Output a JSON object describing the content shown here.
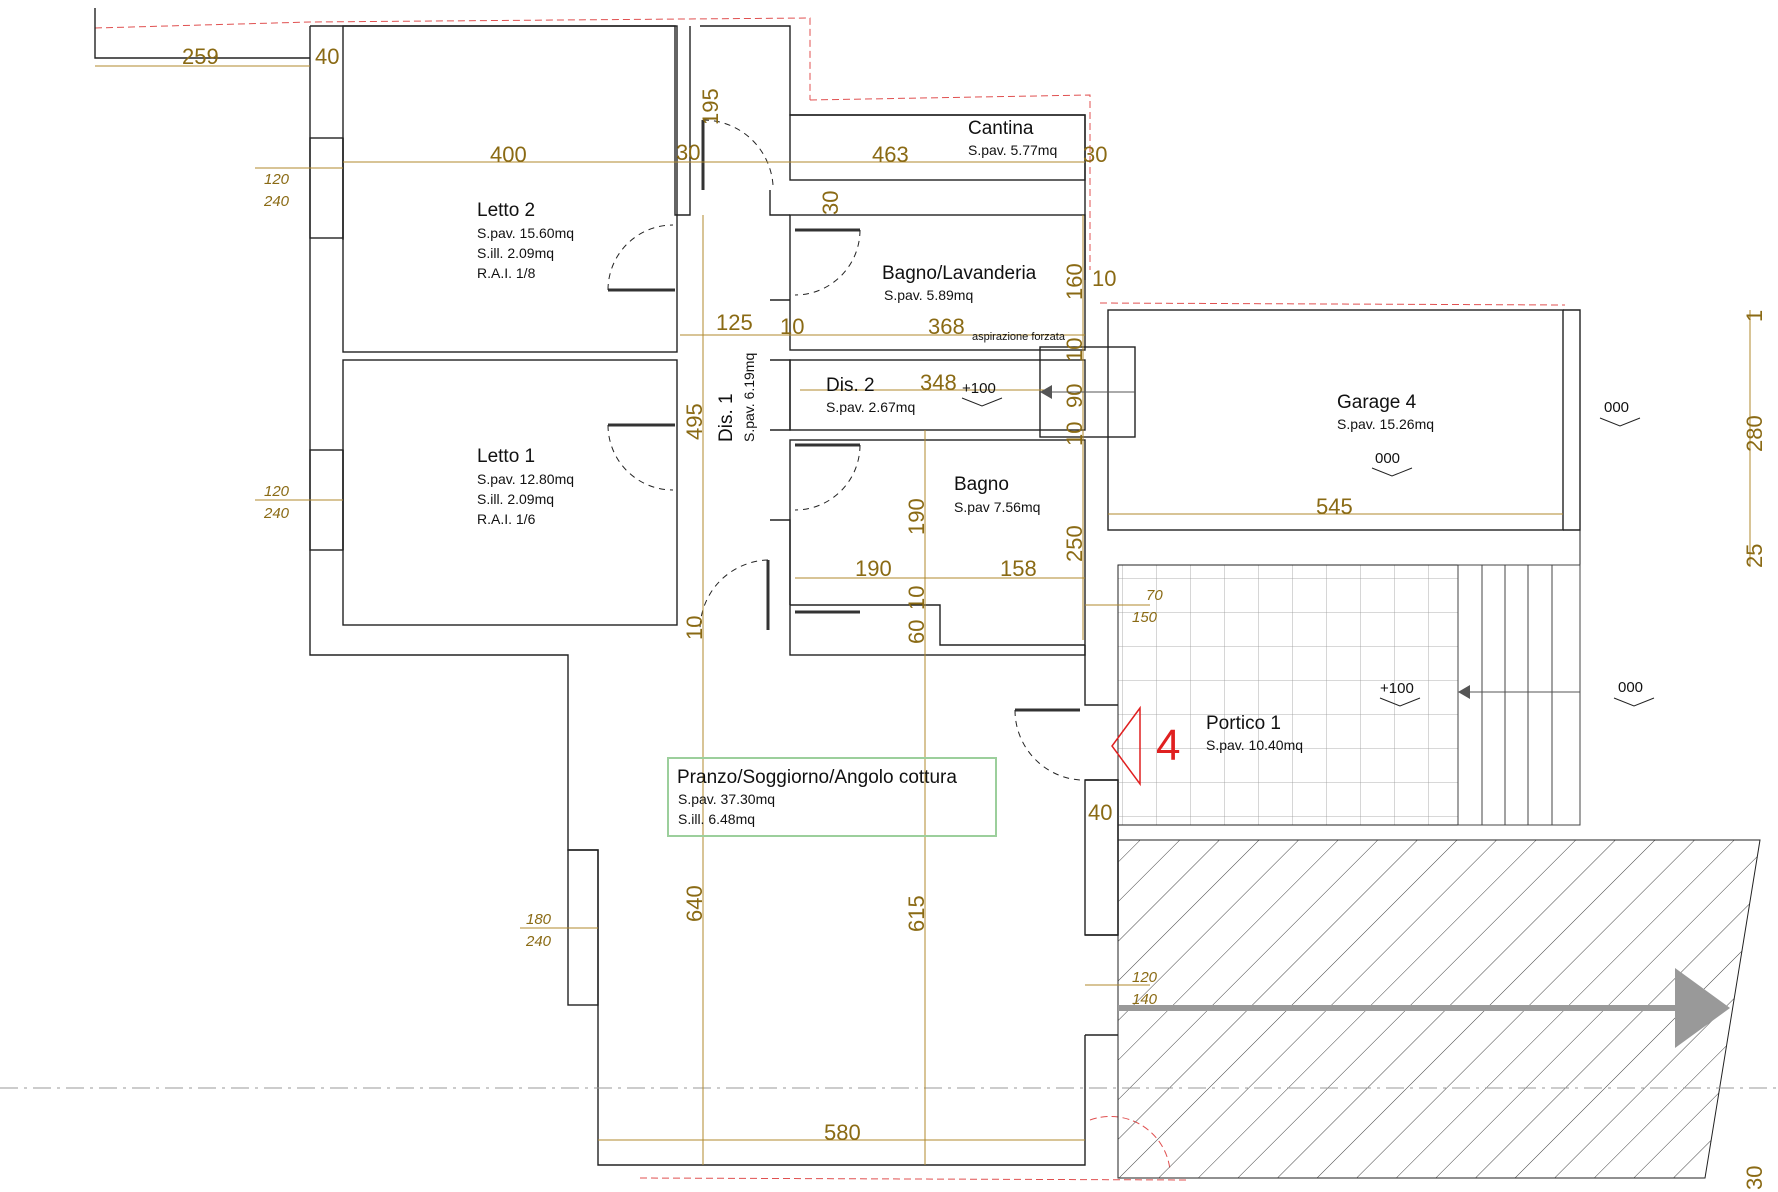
{
  "rooms": {
    "letto2": {
      "name": "Letto 2",
      "l1": "S.pav. 15.60mq",
      "l2": "S.ill. 2.09mq",
      "l3": "R.A.I. 1/8"
    },
    "letto1": {
      "name": "Letto 1",
      "l1": "S.pav. 12.80mq",
      "l2": "S.ill. 2.09mq",
      "l3": "R.A.I. 1/6"
    },
    "cantina": {
      "name": "Cantina",
      "l1": "S.pav. 5.77mq"
    },
    "bagno_lav": {
      "name": "Bagno/Lavanderia",
      "l1": "S.pav. 5.89mq",
      "note": "aspirazione forzata"
    },
    "dis1": {
      "name": "Dis. 1",
      "l1": "S.pav. 6.19mq"
    },
    "dis2": {
      "name": "Dis. 2",
      "l1": "S.pav. 2.67mq"
    },
    "bagno": {
      "name": "Bagno",
      "l1": "S.pav 7.56mq"
    },
    "garage": {
      "name": "Garage 4",
      "l1": "S.pav. 15.26mq"
    },
    "portico": {
      "name": "Portico 1",
      "l1": "S.pav. 10.40mq",
      "number": "4"
    },
    "pranzo": {
      "name": "Pranzo/Soggiorno/Angolo cottura",
      "l1": "S.pav. 37.30mq",
      "l2": "S.ill. 6.48mq"
    }
  },
  "dims": {
    "d259": "259",
    "d40a": "40",
    "d400": "400",
    "d30a": "30",
    "d195": "195",
    "d463": "463",
    "d30b": "30",
    "d30c": "30",
    "d10a": "10",
    "d160": "160",
    "d125": "125",
    "d10b": "10",
    "d368": "368",
    "d10c": "10",
    "d348": "348",
    "d90": "90",
    "d10d": "10",
    "d495": "495",
    "d190v": "190",
    "d250": "250",
    "d190h": "190",
    "d158": "158",
    "d10e": "10",
    "d60": "60",
    "d10f": "10",
    "d545": "545",
    "d280": "280",
    "d25": "25",
    "d1": "1",
    "d40b": "40",
    "d640": "640",
    "d615": "615",
    "d580": "580",
    "d30d": "30"
  },
  "windows": {
    "w1a": "120",
    "w1b": "240",
    "w2a": "120",
    "w2b": "240",
    "w3a": "180",
    "w3b": "240",
    "w4a": "120",
    "w4b": "140",
    "w5a": "70",
    "w5b": "150"
  },
  "levels": {
    "dis2": "+100",
    "garage_in": "000",
    "garage_out": "000",
    "portico": "+100",
    "outside": "000"
  },
  "colors": {
    "wall": "#222222",
    "dimension": "#8a6a14",
    "highlight": "#e02020",
    "frame": "#9ccf9c"
  }
}
